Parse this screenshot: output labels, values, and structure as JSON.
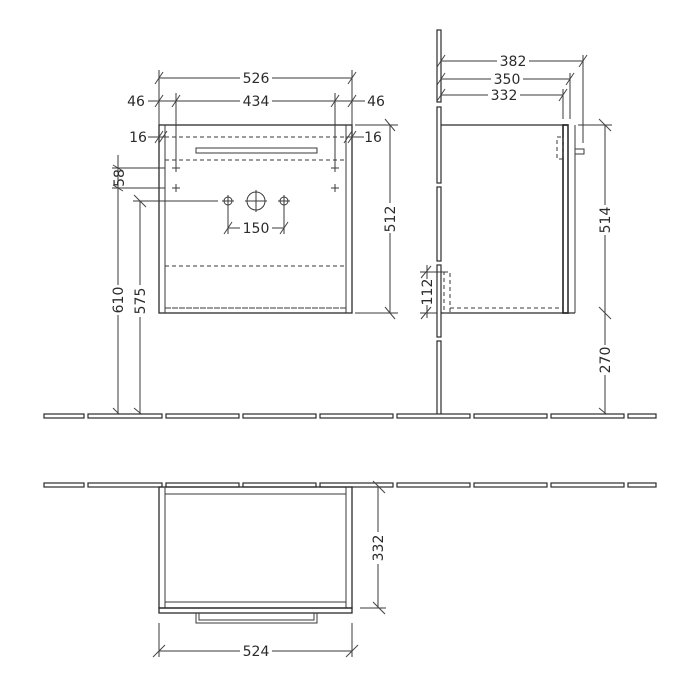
{
  "drawing": {
    "type": "technical-dimension-drawing",
    "unit": "mm",
    "front_view": {
      "dimensions": {
        "overall_width": "526",
        "inner_span": "434",
        "left_offset": "46",
        "right_offset": "46",
        "left_panel": "16",
        "right_panel": "16",
        "hole_spacing_vertical": "58",
        "tap_hole_spacing": "150",
        "height": "512",
        "floor_to_top": "610",
        "floor_to_holes": "575"
      }
    },
    "side_view": {
      "dimensions": {
        "depth_overall": "382",
        "depth_350": "350",
        "depth_332": "332",
        "height": "514",
        "floor_clearance": "270",
        "bottom_offset": "112"
      }
    },
    "top_view": {
      "dimensions": {
        "width": "524",
        "depth": "332"
      }
    }
  }
}
